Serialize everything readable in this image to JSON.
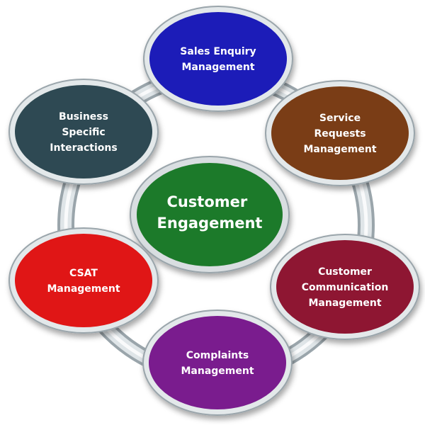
{
  "center": {
    "lines": [
      "Customer",
      "Engagement"
    ],
    "color": "#1f7a2a"
  },
  "nodes": [
    {
      "id": "sales-enquiry",
      "lines": [
        "Sales Enquiry",
        "Management"
      ],
      "color": "#1c1cb8"
    },
    {
      "id": "service-requests",
      "lines": [
        "Service",
        "Requests",
        "Management"
      ],
      "color": "#7a3d12"
    },
    {
      "id": "customer-communication",
      "lines": [
        "Customer",
        "Communication",
        "Management"
      ],
      "color": "#8e1630"
    },
    {
      "id": "complaints",
      "lines": [
        "Complaints",
        "Management"
      ],
      "color": "#7a1d8e"
    },
    {
      "id": "csat",
      "lines": [
        "CSAT",
        "Management"
      ],
      "color": "#e01313"
    },
    {
      "id": "business-specific",
      "lines": [
        "Business",
        "Specific",
        "Interactions"
      ],
      "color": "#2e4a52"
    }
  ],
  "ring_color": "#c9d1d6"
}
